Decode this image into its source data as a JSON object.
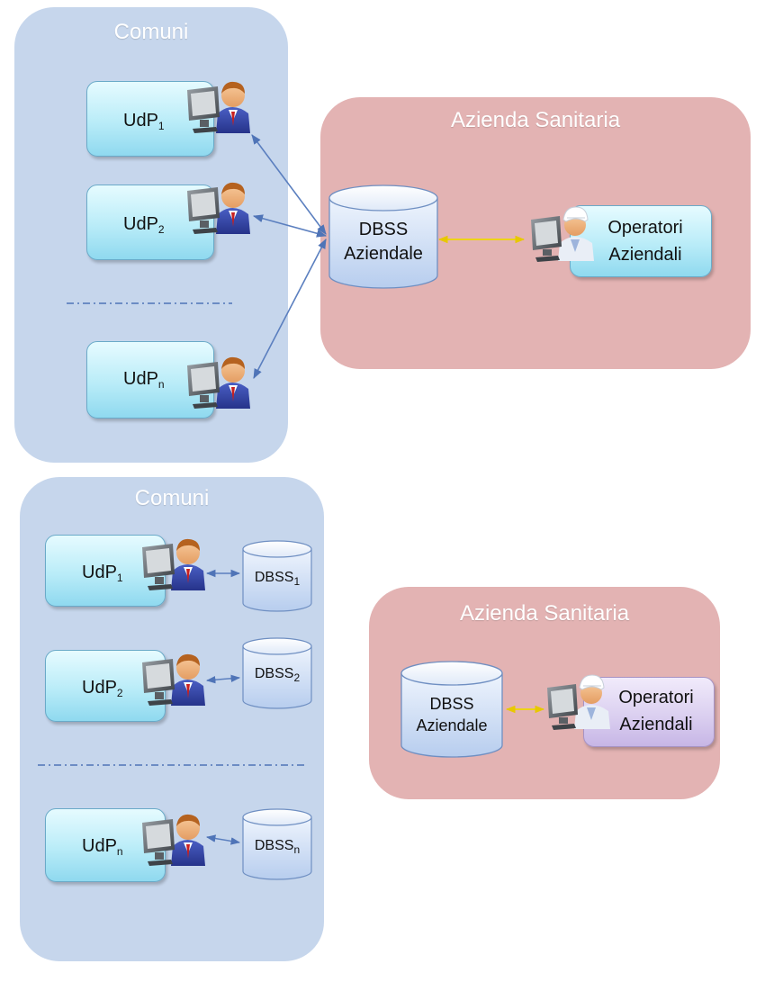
{
  "top": {
    "comuni": {
      "title": "Comuni",
      "udp": [
        {
          "label": "UdP",
          "sub": "1"
        },
        {
          "label": "UdP",
          "sub": "2"
        },
        {
          "label": "UdP",
          "sub": "n"
        }
      ]
    },
    "azienda": {
      "title": "Azienda Sanitaria",
      "db": {
        "line1": "DBSS",
        "line2": "Aziendale"
      },
      "operator": {
        "line1": "Operatori",
        "line2": "Aziendali"
      }
    }
  },
  "bottom": {
    "comuni": {
      "title": "Comuni",
      "udp": [
        {
          "label": "UdP",
          "sub": "1"
        },
        {
          "label": "UdP",
          "sub": "2"
        },
        {
          "label": "UdP",
          "sub": "n"
        }
      ],
      "dbss": [
        {
          "label": "DBSS",
          "sub": "1"
        },
        {
          "label": "DBSS",
          "sub": "2"
        },
        {
          "label": "DBSS",
          "sub": "n"
        }
      ]
    },
    "azienda": {
      "title": "Azienda Sanitaria",
      "db": {
        "line1": "DBSS",
        "line2": "Aziendale"
      },
      "operator": {
        "line1": "Operatori",
        "line2": "Aziendali"
      }
    }
  },
  "colors": {
    "comuni_panel": "#c6d6ec",
    "azienda_panel": "#e3b3b3",
    "udp_box": "#b9ecf8",
    "operator_box_bottom": "#d9cdef",
    "connector_blue": "#5b7fbf",
    "connector_yellow": "#f0d800"
  },
  "icons": [
    "user-at-computer-icon",
    "doctor-at-computer-icon",
    "database-cylinder-icon"
  ]
}
